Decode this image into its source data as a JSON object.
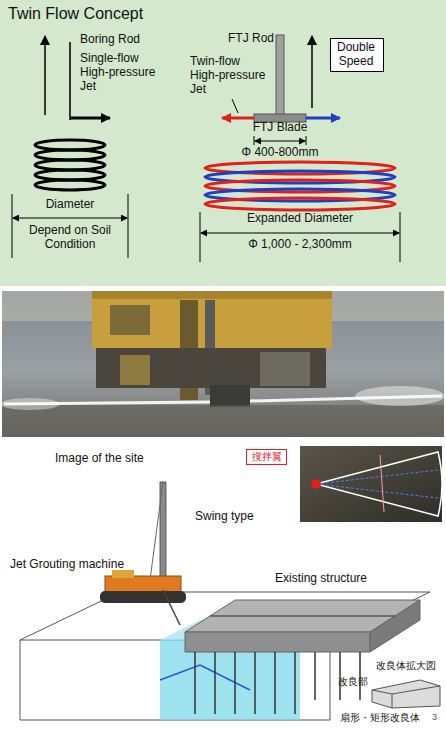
{
  "diagram": {
    "title": "Twin Flow Concept",
    "nodes": [
      {
        "text": [
          "Double Speed"
        ]
      },
      {
        "text": [
          "撹拌翼"
        ]
      }
    ],
    "labels": [
      "Boring Rod",
      "Single-flow High-pressure Jet",
      "Diameter",
      "Depend on Soil Condition",
      "FTJ Rod",
      "Twin-flow High-pressure Jet",
      "FTJ Blade",
      "Φ 400-800mm",
      "Expanded Diameter",
      "Φ 1,000 - 2,300mm",
      "Image of the site",
      "Swing type",
      "Jet Grouting machine",
      "Existing structure",
      "改良部",
      "改良体拡大図",
      "扇形・矩形改良体",
      "3"
    ]
  }
}
